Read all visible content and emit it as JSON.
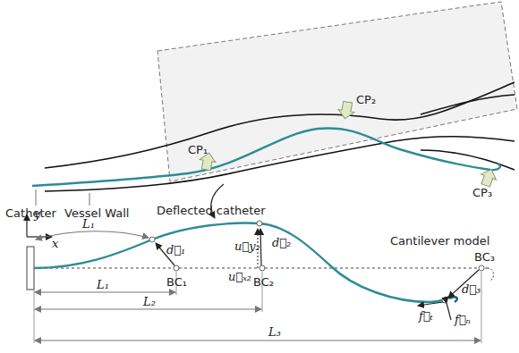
{
  "diagram": {
    "labels": [
      "Catheter",
      "Vessel Wall",
      "CP₁",
      "CP₂",
      "CP₃",
      "Deflected catheter",
      "Cantilever model",
      "y",
      "x",
      "L₁",
      "L₁",
      "L₂",
      "L₃",
      "d⃗₁",
      "d⃗₂",
      "d⃗₃",
      "u⃗y₂",
      "u⃗ₓ₂",
      "BC₁",
      "BC₂",
      "BC₃",
      "f⃗ₜ",
      "f⃗ₙ"
    ]
  }
}
